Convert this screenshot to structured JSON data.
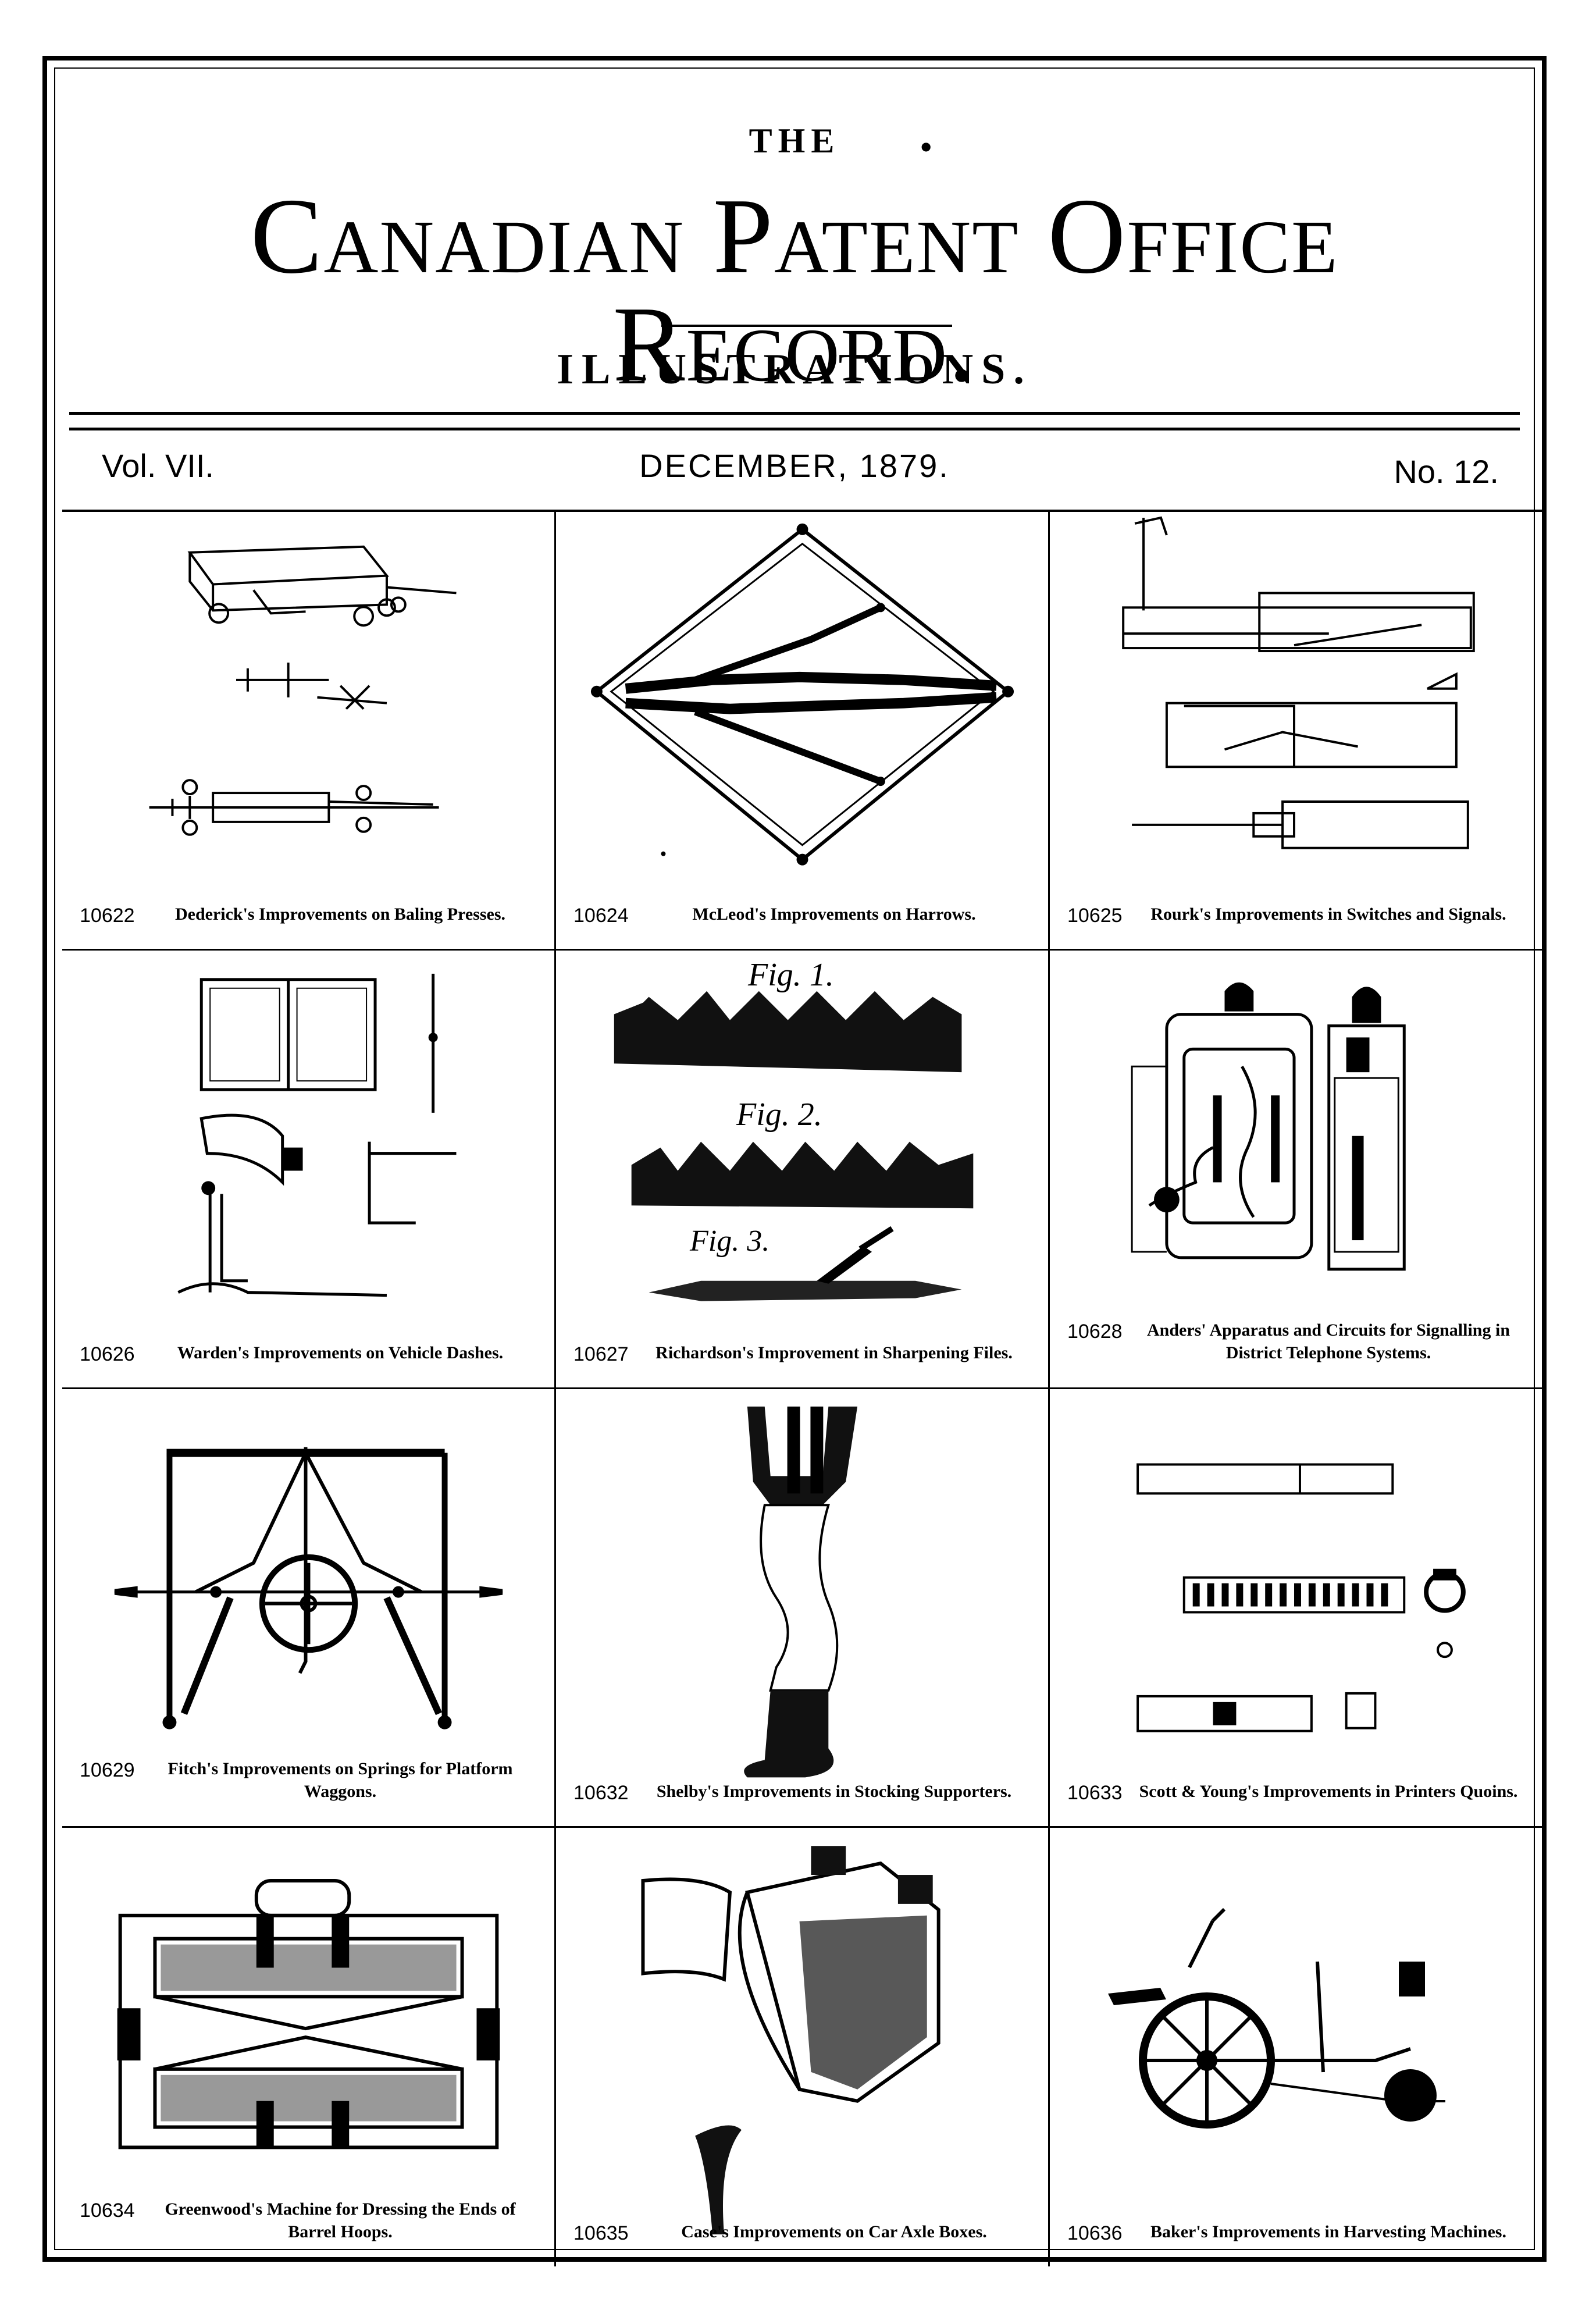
{
  "masthead": {
    "the": "THE",
    "title": "Canadian Patent Office Record.",
    "subtitle": "ILLUSTRATIONS."
  },
  "issue": {
    "volume": "Vol. VII.",
    "date": "DECEMBER, 1879.",
    "number": "No. 12."
  },
  "plates": [
    {
      "number": "10622",
      "caption": "Dederick's Improvements on Baling Presses."
    },
    {
      "number": "10624",
      "caption": "McLeod's Improvements on Harrows."
    },
    {
      "number": "10625",
      "caption": "Rourk's Improvements in Switches and Signals."
    },
    {
      "number": "10626",
      "caption": "Warden's Improvements on Vehicle Dashes."
    },
    {
      "number": "10627",
      "caption": "Richardson's Improvement in Sharpening Files."
    },
    {
      "number": "10628",
      "caption": "Anders' Apparatus and Circuits for Signalling in District Telephone Systems."
    },
    {
      "number": "10629",
      "caption": "Fitch's Improvements on Springs for Platform Waggons."
    },
    {
      "number": "10632",
      "caption": "Shelby's Improvements in Stocking Supporters."
    },
    {
      "number": "10633",
      "caption": "Scott & Young's Improvements in Printers Quoins."
    },
    {
      "number": "10634",
      "caption": "Greenwood's Machine for Dressing the Ends of Barrel Hoops."
    },
    {
      "number": "10635",
      "caption": "Case's Improvements on Car Axle Boxes."
    },
    {
      "number": "10636",
      "caption": "Baker's Improvements in Harvesting Machines."
    }
  ],
  "figure_labels": {
    "fig1": "Fig. 1.",
    "fig2": "Fig. 2.",
    "fig3": "Fig. 3."
  }
}
